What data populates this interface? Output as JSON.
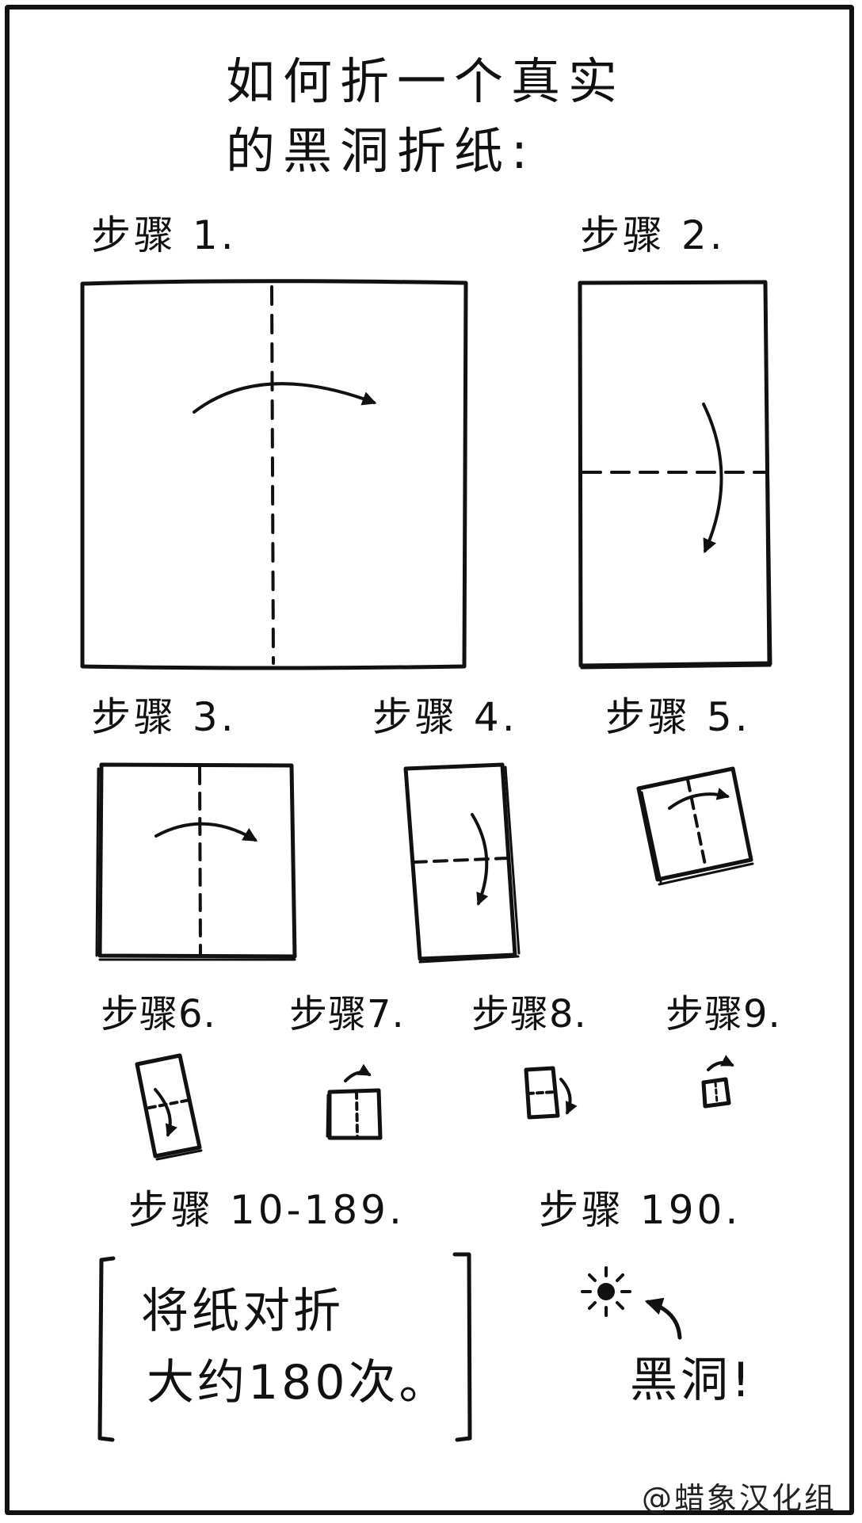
{
  "title": {
    "line1": "如何折一个真实",
    "line2": "的黑洞折纸:"
  },
  "steps": [
    {
      "label": "步骤 1."
    },
    {
      "label": "步骤 2."
    },
    {
      "label": "步骤 3."
    },
    {
      "label": "步骤 4."
    },
    {
      "label": "步骤 5."
    },
    {
      "label": "步骤6."
    },
    {
      "label": "步骤7."
    },
    {
      "label": "步骤8."
    },
    {
      "label": "步骤9."
    },
    {
      "label": "步骤 10-189."
    },
    {
      "label": "步骤 190."
    }
  ],
  "instruction": {
    "line1": "将纸对折",
    "line2": "大约180次。"
  },
  "result_label": "黑洞!",
  "credit": "@蜡象汉化组",
  "colors": {
    "ink": "#111111",
    "paper": "#ffffff"
  },
  "icons": [
    "fold-arrow-icon",
    "black-hole-icon"
  ]
}
